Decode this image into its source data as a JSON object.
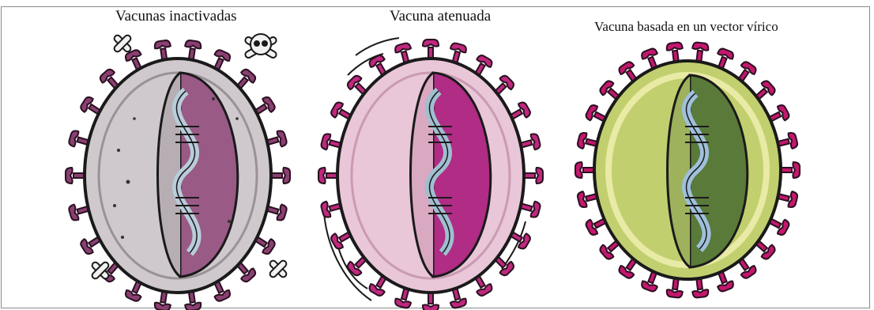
{
  "labels": {
    "inactivated": "Vacunas inactivadas",
    "attenuated": "Vacuna atenuada",
    "viral_vector": "Vacuna basada en un vector vírico"
  },
  "viruses": [
    {
      "id": "inactivated",
      "surface": "#cfc8cc",
      "interior": "#9a5a86",
      "spike": "#8a3f72",
      "dna": "#b9ccd9"
    },
    {
      "id": "attenuated",
      "surface": "#e9c6d8",
      "interior": "#b02c85",
      "spike": "#c0287e",
      "dna": "#9fbfd0"
    },
    {
      "id": "viral-vector",
      "surface": "#c2cf6e",
      "interior": "#5a7a3a",
      "spike": "#c4176e",
      "dna": "#9fc0dc"
    }
  ],
  "icons": [
    "crossbones-icon",
    "skull-crossbones-icon",
    "motion-lines-icon"
  ]
}
